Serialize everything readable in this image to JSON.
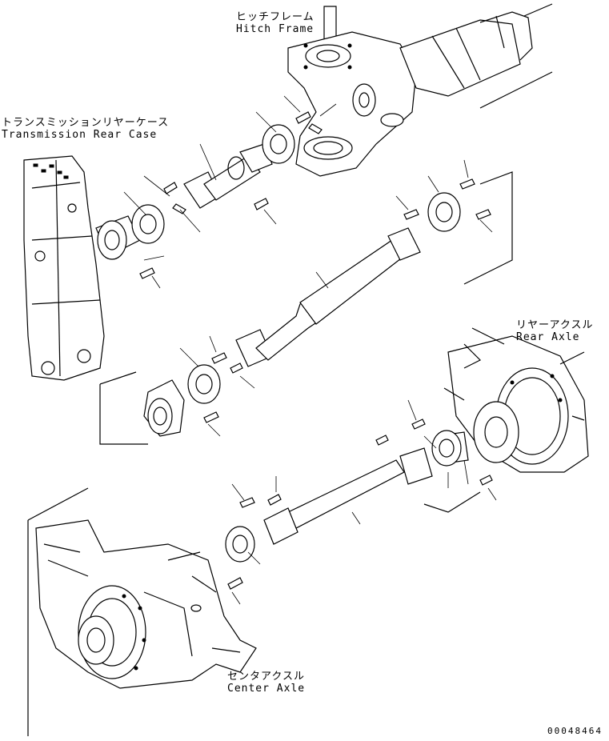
{
  "labels": {
    "hitch_frame": {
      "jp": "ヒッチフレーム",
      "en": "Hitch Frame"
    },
    "transmission_rear_case": {
      "jp": "トランスミッションリヤーケース",
      "en": "Transmission Rear Case"
    },
    "rear_axle": {
      "jp": "リヤーアクスル",
      "en": "Rear Axle"
    },
    "center_axle": {
      "jp": "センタアクスル",
      "en": "Center Axle"
    }
  },
  "drawing_code": "00048464"
}
